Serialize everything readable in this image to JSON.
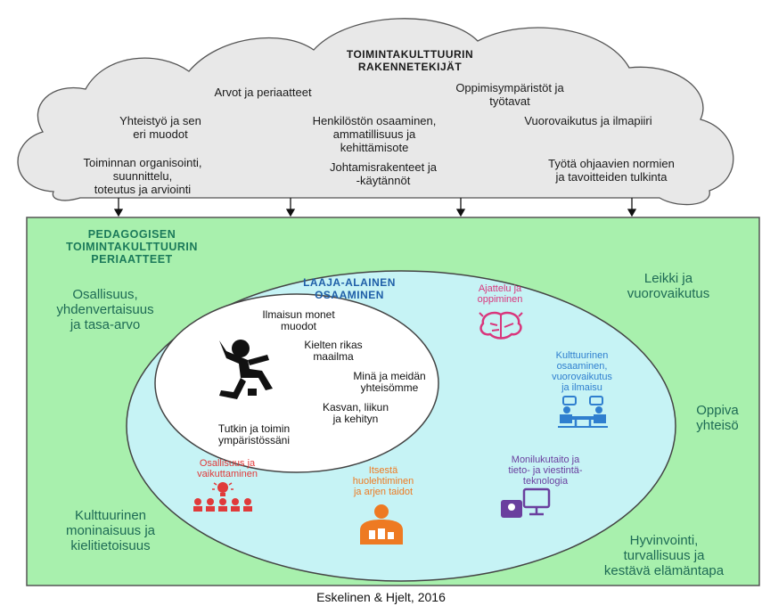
{
  "cloud": {
    "title_line1": "TOIMINTAKULTTUURIN",
    "title_line2": "RAKENNETEKIJÄT",
    "items": [
      "Arvot ja periaatteet",
      "Oppimisympäristöt ja\ntyötavat",
      "Yhteistyö ja sen\neri muodot",
      "Henkilöstön osaaminen,\nammatillisuus ja\nkehittämisote",
      "Vuorovaikutus ja ilmapiiri",
      "Toiminnan organisointi,\nsuunnittelu,\ntoteutus ja arviointi",
      "Johtamisrakenteet ja\n-käytännöt",
      "Työtä ohjaavien normien\nja tavoitteiden tulkinta"
    ]
  },
  "outer": {
    "title": "PEDAGOGISEN\nTOIMINTAKULTTUURIN\nPERIAATTEET",
    "principles": [
      "Osallisuus,\nyhdenvertaisuus\nja tasa-arvo",
      "Leikki ja\nvuorovaikutus",
      "Oppiva\nyhteisö",
      "Kulttuurinen\nmoninaisuus ja\nkielitietoisuus",
      "Hyvinvointi,\nturvallisuus ja\nkestävä elämäntapa"
    ]
  },
  "middle": {
    "title": "LAAJA-ALAINEN\nOSAAMINEN",
    "skills": [
      {
        "label": "Ajattelu ja\noppiminen",
        "color": "#d9367c",
        "icon": "brain-icon"
      },
      {
        "label": "Kulttuurinen\nosaaminen,\nvuorovaikutus\nja ilmaisu",
        "color": "#2f7fcf",
        "icon": "meeting-icon"
      },
      {
        "label": "Monilukutaito ja\ntieto- ja viestintä-\nteknologia",
        "color": "#6a3f9e",
        "icon": "computer-user-icon"
      },
      {
        "label": "Itsestä\nhuolehtiminen\nja arjen taidot",
        "color": "#ee7a22",
        "icon": "person-icon"
      },
      {
        "label": "Osallisuus ja\nvaikuttaminen",
        "color": "#e03a3a",
        "icon": "group-idea-icon"
      }
    ]
  },
  "inner": {
    "items": [
      "Ilmaisun monet\nmuodot",
      "Kielten rikas\nmaailma",
      "Minä ja meidän\nyhteisömme",
      "Kasvan, liikun\nja kehityn",
      "Tutkin ja toimin\nympäristössäni"
    ],
    "icon": "jumping-figure-icon"
  },
  "footer": "Eskelinen & Hjelt, 2016",
  "colors": {
    "outer_bg": "#a8f0ad",
    "middle_bg": "#c6f3f5",
    "inner_bg": "#ffffff",
    "cloud_bg": "#e8e8e8"
  }
}
